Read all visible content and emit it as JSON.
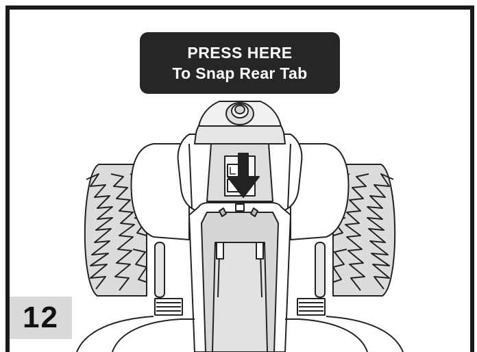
{
  "callout": {
    "line1": "PRESS HERE",
    "line2": "To Snap Rear Tab"
  },
  "step": {
    "number": "12"
  },
  "colors": {
    "frame": "#1a1a1a",
    "callout_bg": "#262626",
    "panel_fill": "#dddddd",
    "badge_bg": "#d9d9d9"
  }
}
